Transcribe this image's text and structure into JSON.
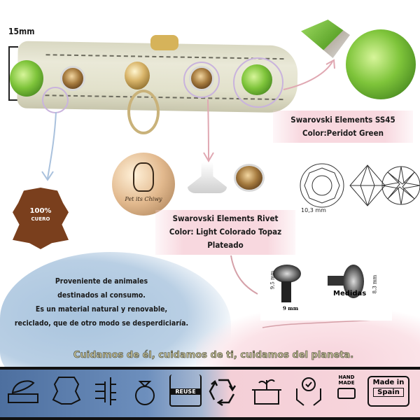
{
  "collar": {
    "width_label": "15mm"
  },
  "tag": {
    "engraving": "Pet its Chiwy"
  },
  "leather_badge": {
    "line1": "100%",
    "line2": "CUERO"
  },
  "crystal": {
    "line1": "Swarovski Elements SS45",
    "line2": "Color:Peridot Green",
    "diameter": "10,3 mm"
  },
  "rivet": {
    "line1": "Swarovski Elements Rivet",
    "line2": "Color: Light Colorado Topaz",
    "line3": "Plateado",
    "height": "9,5 mm",
    "width": "9 mm",
    "head": "8,3 mm",
    "caption": "Medidas"
  },
  "leather_text": [
    "Proveniente de animales",
    "destinados al consumo.",
    "Es un material natural y renovable,",
    "reciclado, que de otro modo se desperdiciaría."
  ],
  "slogan": "Cuidamos de él, cuidamos de ti, cuidamos del planeta.",
  "icons": [
    {
      "name": "breathable-leather-icon"
    },
    {
      "name": "leather-hide-icon"
    },
    {
      "name": "layers-icon"
    },
    {
      "name": "diamond-ring-icon"
    },
    {
      "name": "reuse-bag-icon",
      "label": "REUSE"
    },
    {
      "name": "recycle-icon"
    },
    {
      "name": "plant-box-icon"
    },
    {
      "name": "quality-hands-icon"
    },
    {
      "name": "handmade-icon",
      "label1": "HAND",
      "label2": "MADE"
    },
    {
      "name": "made-in-spain-icon",
      "label1": "Made in",
      "label2": "Spain"
    }
  ],
  "colors": {
    "peridot": "#7ec43a",
    "topaz": "#a57a3e",
    "leather": "#7a3f1d",
    "band": "#5c7fae",
    "pink": "#f8d8df"
  }
}
